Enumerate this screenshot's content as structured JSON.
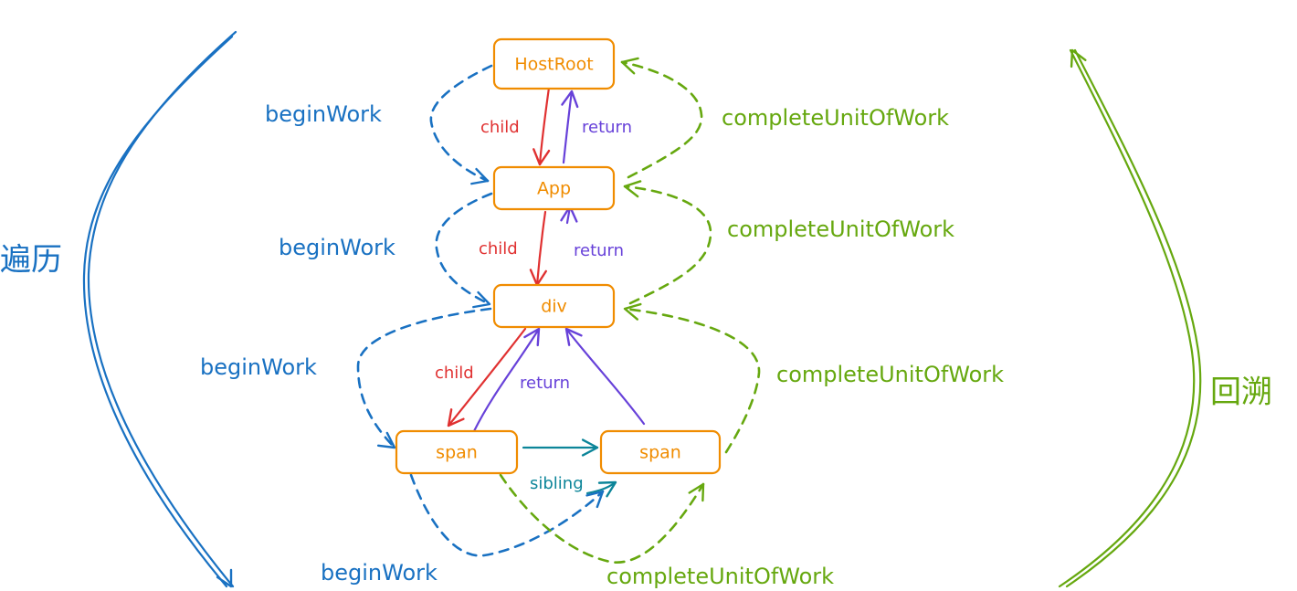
{
  "colors": {
    "node": "#f08c00",
    "child": "#e03131",
    "return": "#6741d9",
    "sibling": "#0c8599",
    "beginWork": "#1971c2",
    "complete": "#66a80f"
  },
  "nodes": {
    "hostroot": "HostRoot",
    "app": "App",
    "div": "div",
    "span1": "span",
    "span2": "span"
  },
  "edge_labels": {
    "child": "child",
    "return": "return",
    "sibling": "sibling"
  },
  "flow_labels": {
    "begin_work": "beginWork",
    "complete_unit_of_work": "completeUnitOfWork"
  },
  "side_labels": {
    "traverse": "遍历",
    "backtrack": "回溯"
  }
}
